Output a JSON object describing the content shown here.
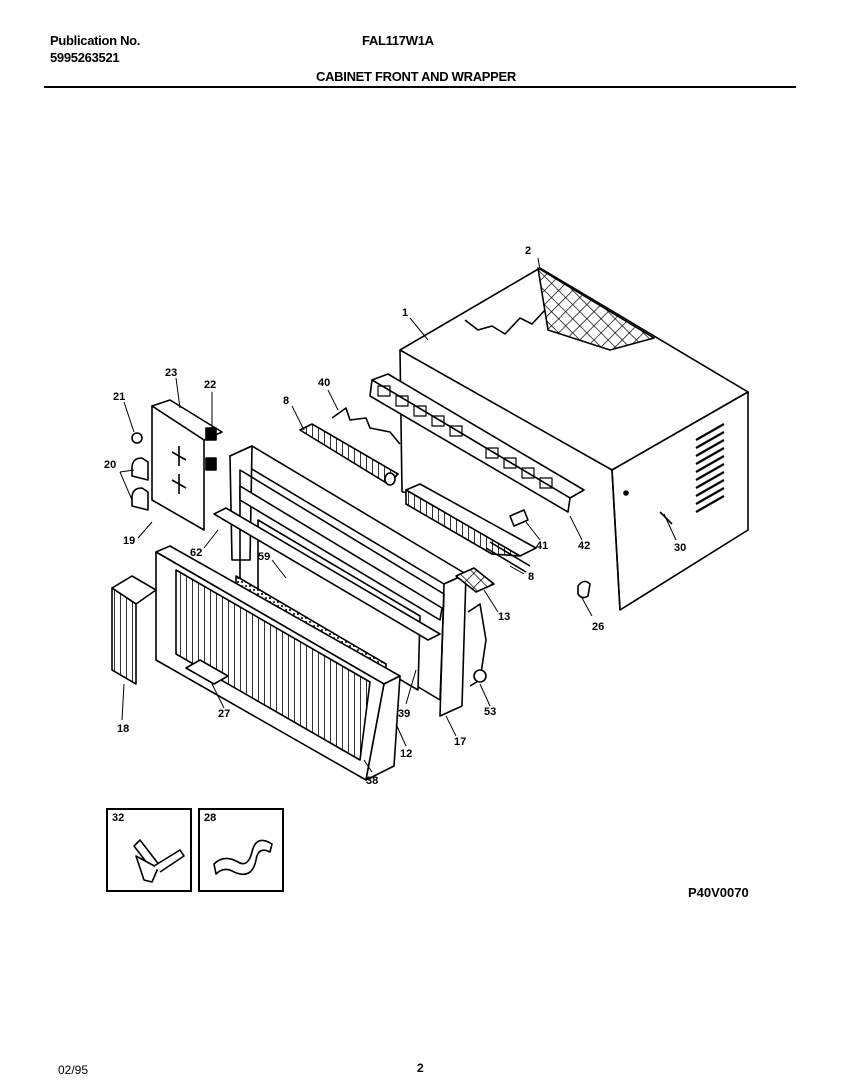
{
  "header": {
    "publication_label": "Publication No.",
    "publication_number": "5995263521",
    "model": "FAL117W1A",
    "section_title": "CABINET FRONT AND WRAPPER"
  },
  "callouts": {
    "c1": "1",
    "c2": "2",
    "c8a": "8",
    "c8b": "8",
    "c12": "12",
    "c13": "13",
    "c17": "17",
    "c18": "18",
    "c19": "19",
    "c20": "20",
    "c21": "21",
    "c22": "22",
    "c23": "23",
    "c26": "26",
    "c27": "27",
    "c28": "28",
    "c30": "30",
    "c38": "38",
    "c39": "39",
    "c40": "40",
    "c41": "41",
    "c42": "42",
    "c53": "53",
    "c59": "59",
    "c62": "62"
  },
  "insets": [
    {
      "label": "32",
      "icon": "bracket-part-icon"
    },
    {
      "label": "28",
      "icon": "s-clip-part-icon"
    }
  ],
  "diagram_ref": "P40V0070",
  "footer": {
    "date": "02/95",
    "page": "2"
  }
}
